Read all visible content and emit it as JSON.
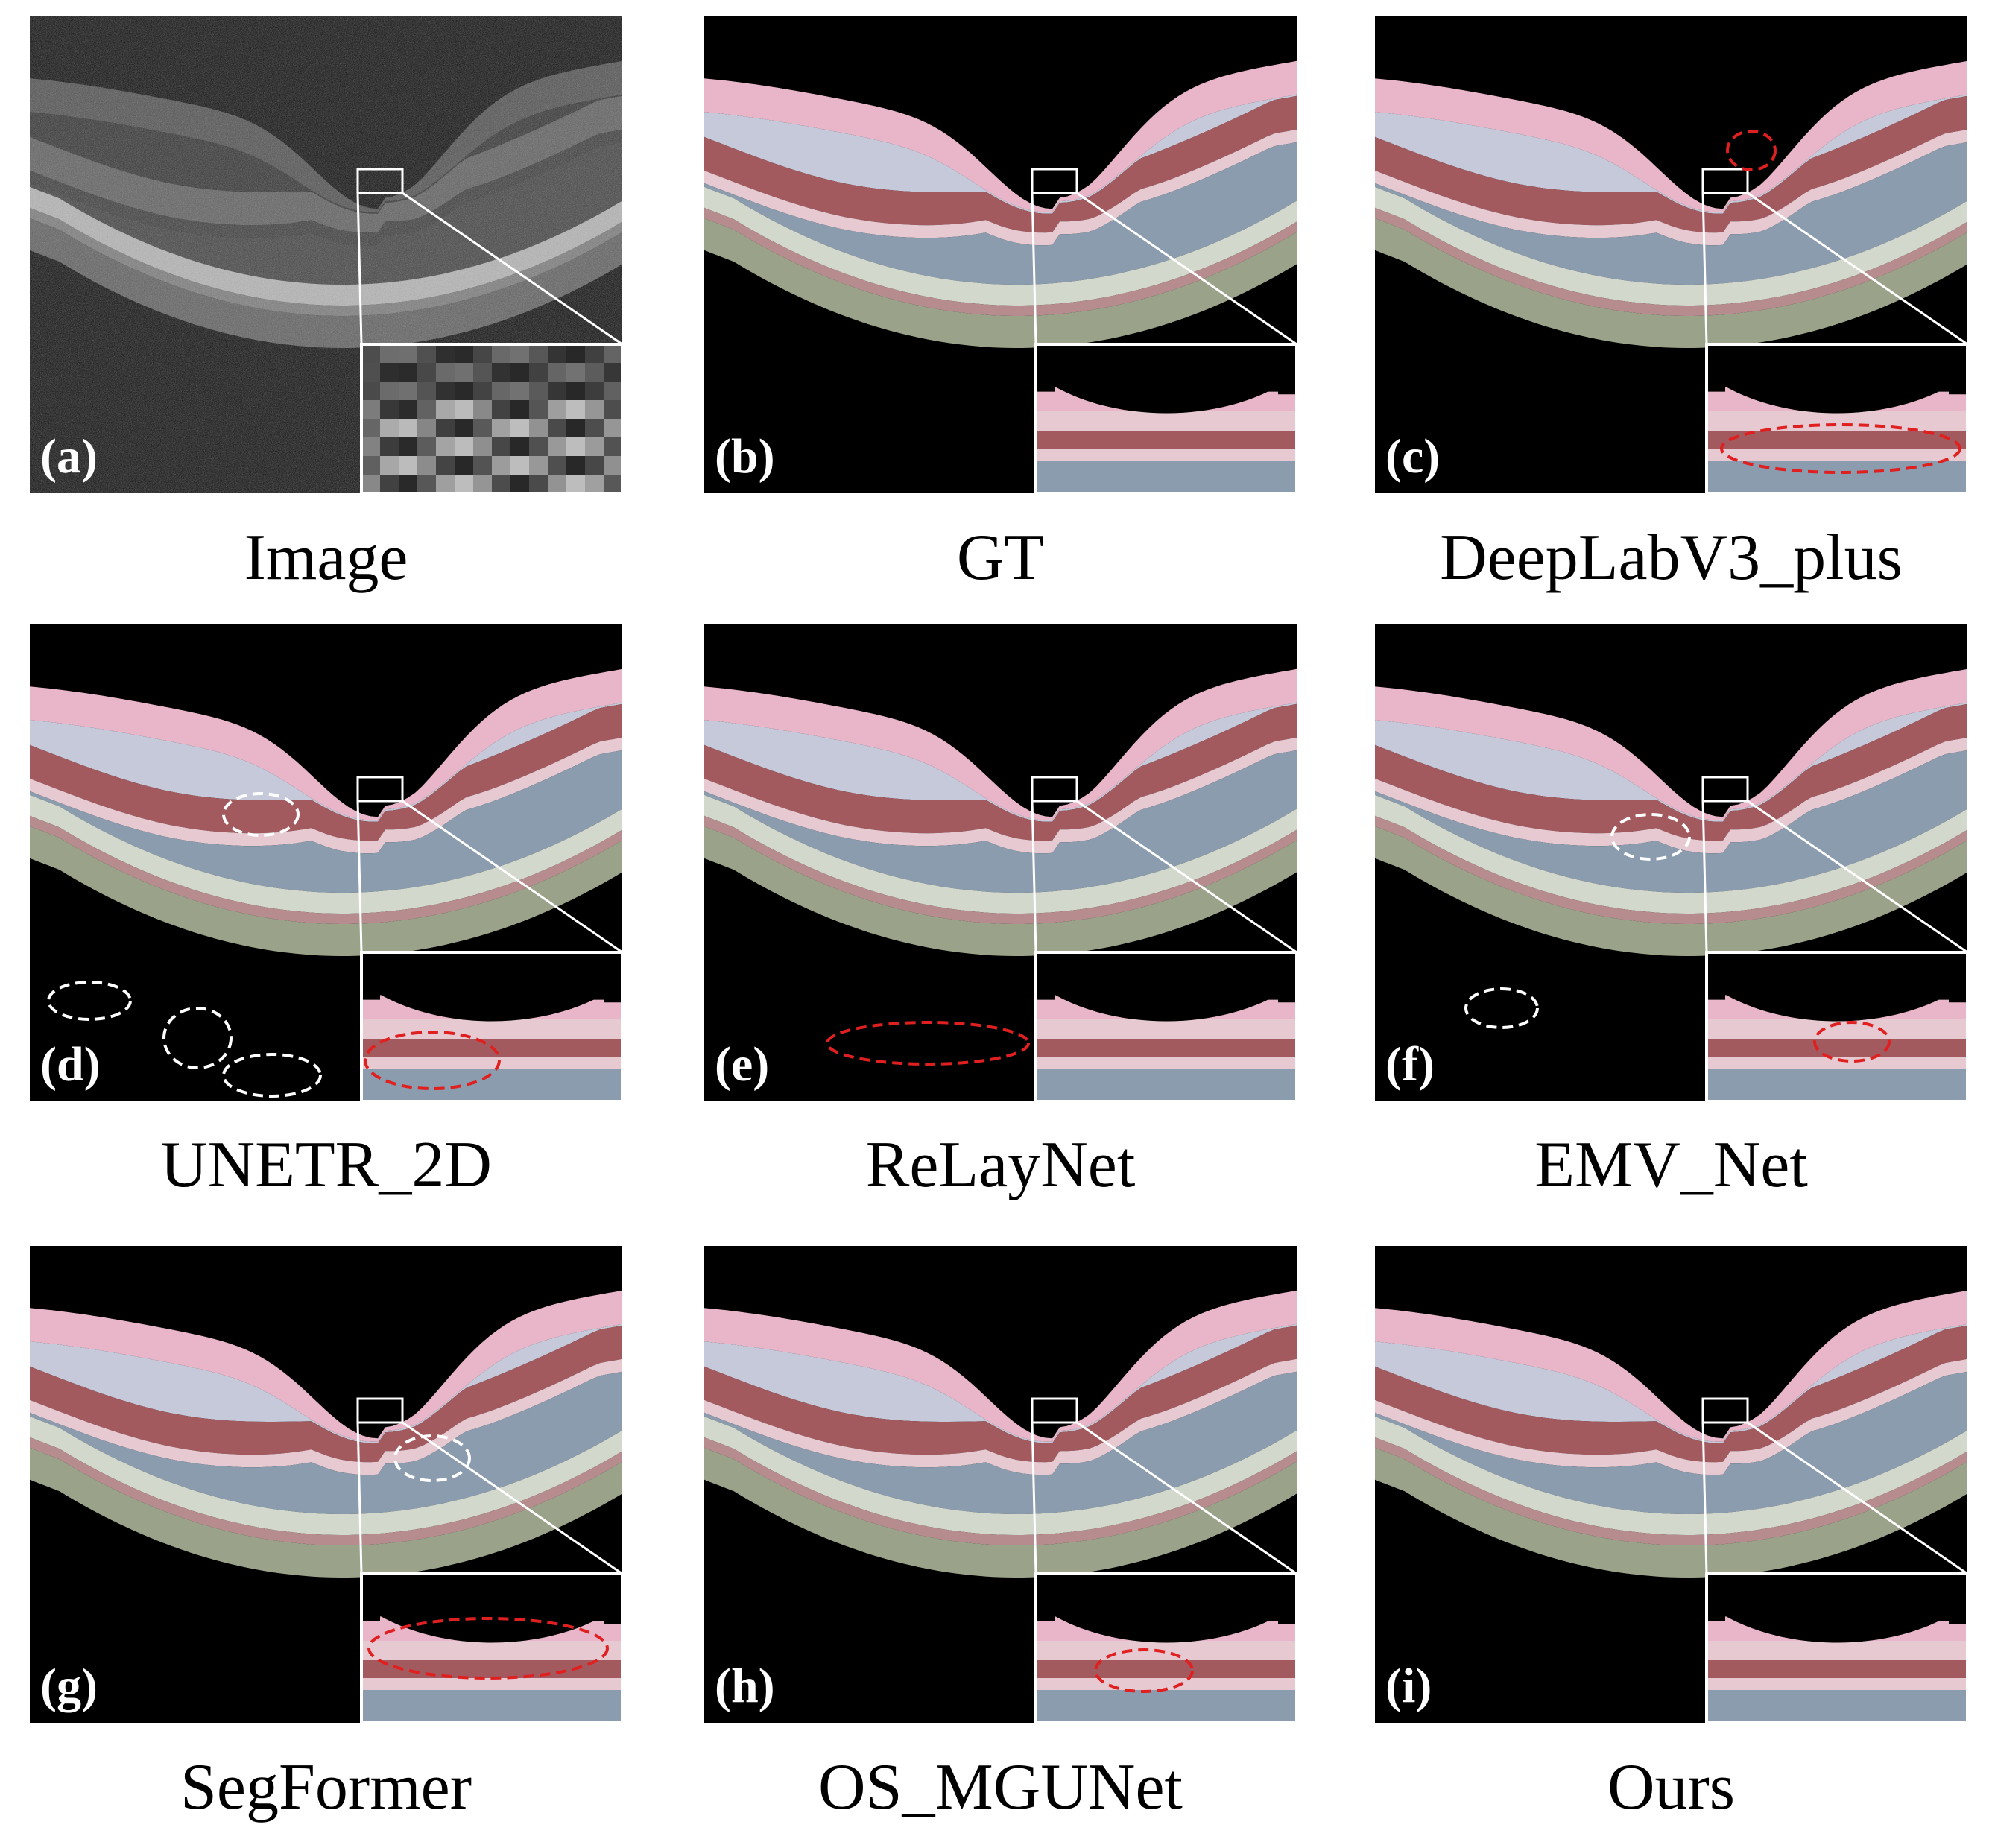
{
  "panels": [
    {
      "id": "a",
      "label": "(a)",
      "caption": "Image",
      "kind": "oct"
    },
    {
      "id": "b",
      "label": "(b)",
      "caption": "GT",
      "kind": "seg"
    },
    {
      "id": "c",
      "label": "(c)",
      "caption": "DeepLabV3_plus",
      "kind": "seg"
    },
    {
      "id": "d",
      "label": "(d)",
      "caption": "UNETR_2D",
      "kind": "seg"
    },
    {
      "id": "e",
      "label": "(e)",
      "caption": "ReLayNet",
      "kind": "seg"
    },
    {
      "id": "f",
      "label": "(f)",
      "caption": "EMV_Net",
      "kind": "seg"
    },
    {
      "id": "g",
      "label": "(g)",
      "caption": "SegFormer",
      "kind": "seg"
    },
    {
      "id": "h",
      "label": "(h)",
      "caption": "OS_MGUNet",
      "kind": "seg"
    },
    {
      "id": "i",
      "label": "(i)",
      "caption": "Ours",
      "kind": "seg"
    }
  ],
  "layer_colors": [
    "#e8b6c8",
    "#c5c9d9",
    "#a35a5e",
    "#e6c9d1",
    "#8a9cad",
    "#d3d8cc",
    "#b68c8e",
    "#9aa38a"
  ],
  "annotation_colors": {
    "error_red": "#e02020",
    "error_white": "#ffffff",
    "zoom_box": "#ffffff"
  }
}
